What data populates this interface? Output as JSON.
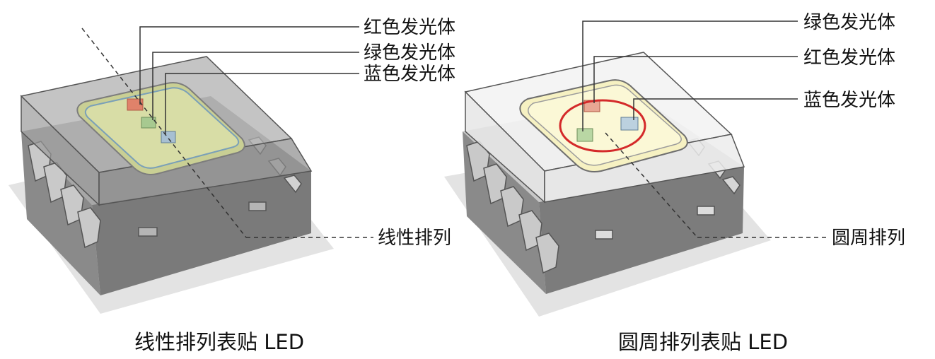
{
  "colors": {
    "background": "#ffffff",
    "body_dark": "#8e8e8e",
    "lens_linear": "#d6dca5",
    "lens_circular": "#fbf8d6",
    "red_emitter": "#e0826a",
    "green_emitter": "#a7c990",
    "blue_emitter": "#a7bfd2",
    "circle_highlight": "#d42a2a"
  },
  "left_figure": {
    "labels": {
      "red": "红色发光体",
      "green": "绿色发光体",
      "blue": "蓝色发光体",
      "arrangement": "线性排列"
    },
    "caption": "线性排列表贴 LED"
  },
  "right_figure": {
    "labels": {
      "green": "绿色发光体",
      "red": "红色发光体",
      "blue": "蓝色发光体",
      "arrangement": "圆周排列"
    },
    "caption": "圆周排列表贴 LED"
  }
}
